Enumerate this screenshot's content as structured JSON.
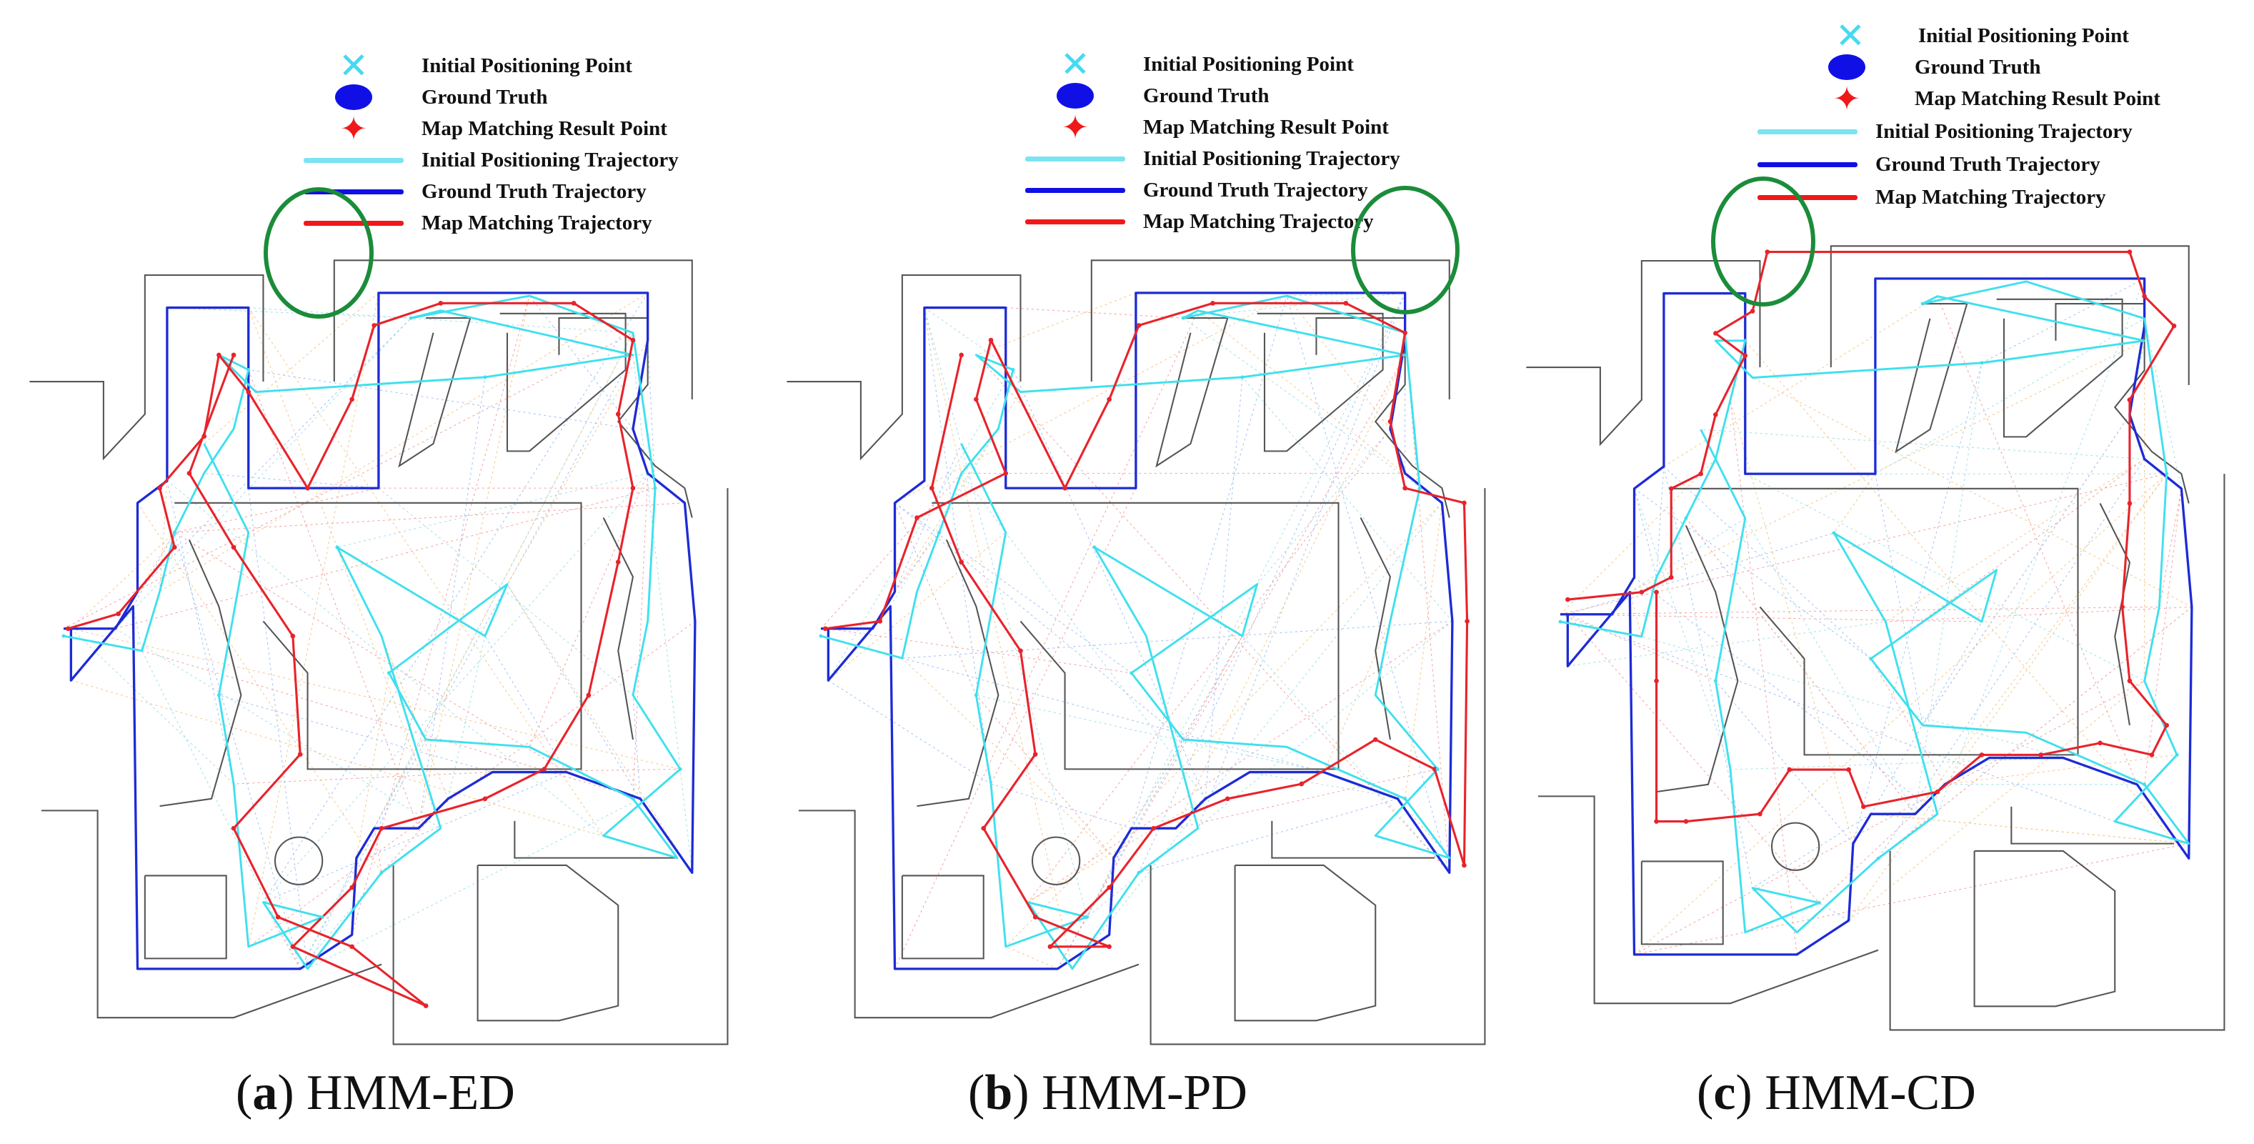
{
  "legend": {
    "items": [
      {
        "symbol": "cross-icon",
        "label": "Initial Positioning Point",
        "color": "#46d9f0"
      },
      {
        "symbol": "ellipse-icon",
        "label": "Ground Truth",
        "color": "#1010e6"
      },
      {
        "symbol": "star-icon",
        "label": "Map Matching Result Point",
        "color": "#f01818"
      },
      {
        "symbol": "line",
        "label": "Initial Positioning Trajectory",
        "color": "#7be3f2"
      },
      {
        "symbol": "line",
        "label": "Ground Truth Trajectory",
        "color": "#1010e6"
      },
      {
        "symbol": "line",
        "label": "Map Matching Trajectory",
        "color": "#f01818"
      }
    ]
  },
  "panels": [
    {
      "letter": "a",
      "method": "HMM-ED"
    },
    {
      "letter": "b",
      "method": "HMM-PD"
    },
    {
      "letter": "c",
      "method": "HMM-CD"
    }
  ],
  "colors": {
    "walls": "#555555",
    "initial": "#3fe0ee",
    "ground_truth": "#1d2bd6",
    "map_matching": "#e8232b",
    "highlight": "#1b8c3a"
  }
}
